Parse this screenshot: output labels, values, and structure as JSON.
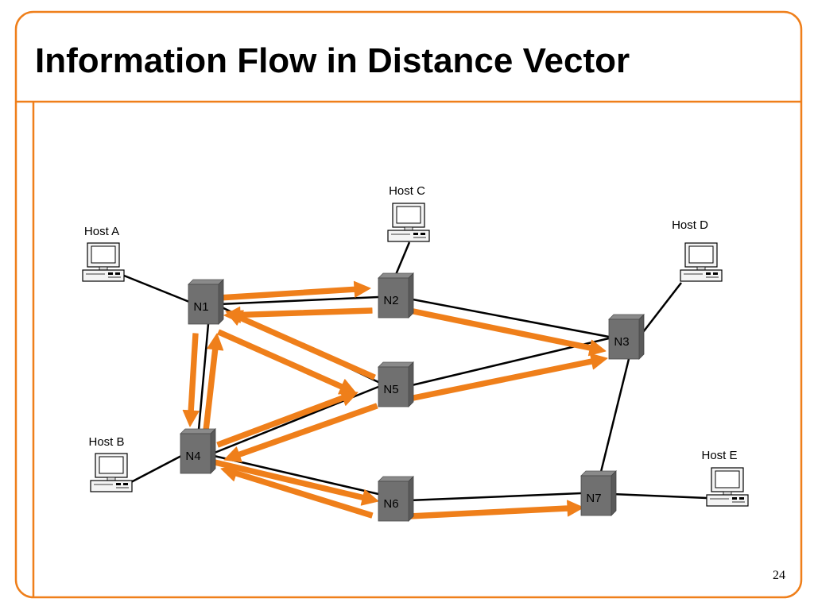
{
  "slide": {
    "title": "Information Flow in Distance Vector",
    "page_number": "24",
    "accent_color": "#ef7f1a",
    "router_color": "#707070",
    "link_color": "#000000"
  },
  "diagram": {
    "routers": [
      {
        "id": "N1",
        "label": "N1"
      },
      {
        "id": "N2",
        "label": "N2"
      },
      {
        "id": "N3",
        "label": "N3"
      },
      {
        "id": "N4",
        "label": "N4"
      },
      {
        "id": "N5",
        "label": "N5"
      },
      {
        "id": "N6",
        "label": "N6"
      },
      {
        "id": "N7",
        "label": "N7"
      }
    ],
    "hosts": [
      {
        "id": "A",
        "label": "Host A",
        "attached_to": "N1"
      },
      {
        "id": "B",
        "label": "Host B",
        "attached_to": "N4"
      },
      {
        "id": "C",
        "label": "Host C",
        "attached_to": "N2"
      },
      {
        "id": "D",
        "label": "Host D",
        "attached_to": "N3"
      },
      {
        "id": "E",
        "label": "Host E",
        "attached_to": "N7"
      }
    ],
    "links": [
      [
        "N1",
        "N2"
      ],
      [
        "N2",
        "N3"
      ],
      [
        "N1",
        "N5"
      ],
      [
        "N5",
        "N3"
      ],
      [
        "N1",
        "N4"
      ],
      [
        "N4",
        "N5"
      ],
      [
        "N4",
        "N6"
      ],
      [
        "N6",
        "N7"
      ],
      [
        "N3",
        "N7"
      ]
    ],
    "flows": [
      {
        "from": "N1",
        "to": "N2"
      },
      {
        "from": "N2",
        "to": "N1"
      },
      {
        "from": "N2",
        "to": "N3"
      },
      {
        "from": "N5",
        "to": "N3"
      },
      {
        "from": "N1",
        "to": "N5"
      },
      {
        "from": "N5",
        "to": "N1"
      },
      {
        "from": "N1",
        "to": "N4"
      },
      {
        "from": "N4",
        "to": "N1"
      },
      {
        "from": "N4",
        "to": "N5"
      },
      {
        "from": "N5",
        "to": "N4"
      },
      {
        "from": "N4",
        "to": "N6"
      },
      {
        "from": "N6",
        "to": "N4"
      },
      {
        "from": "N6",
        "to": "N7"
      }
    ]
  }
}
